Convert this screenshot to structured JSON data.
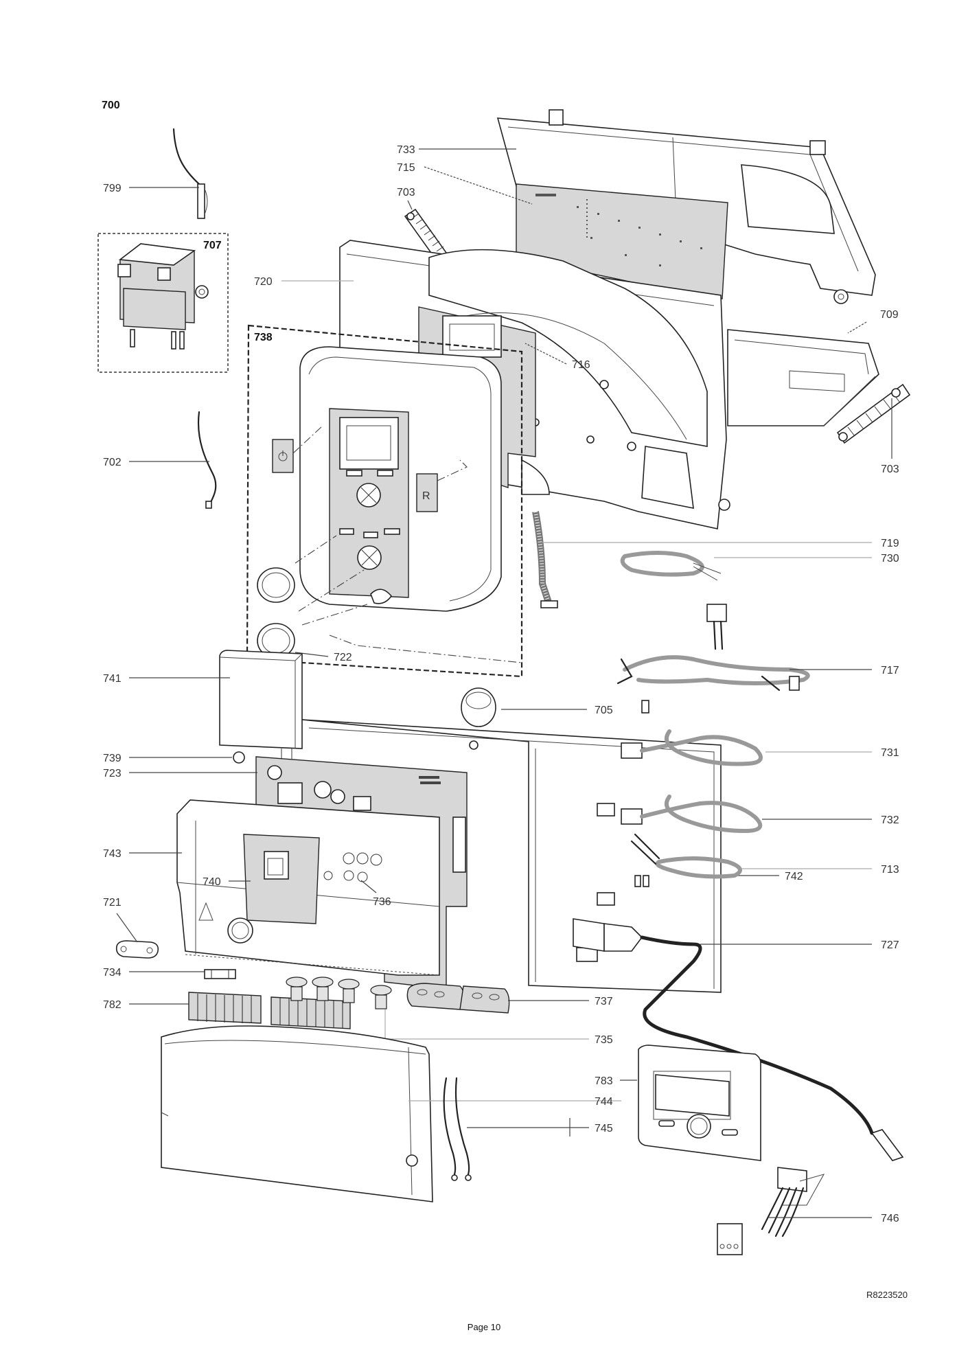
{
  "page": {
    "group_title": "700",
    "reference_code": "R8223520",
    "footer": "Page 10"
  },
  "callouts": {
    "c799": "799",
    "c707": "707",
    "c733": "733",
    "c715": "715",
    "c703a": "703",
    "c720": "720",
    "c738": "738",
    "c716": "716",
    "c709": "709",
    "c703b": "703",
    "c702": "702",
    "c719": "719",
    "c730": "730",
    "c717": "717",
    "c722": "722",
    "c741": "741",
    "c705": "705",
    "c739": "739",
    "c723": "723",
    "c731": "731",
    "c743": "743",
    "c732": "732",
    "c740": "740",
    "c742": "742",
    "c736": "736",
    "c713": "713",
    "c721": "721",
    "c727": "727",
    "c734": "734",
    "c737": "737",
    "c782": "782",
    "c735": "735",
    "c783": "783",
    "c744": "744",
    "c745": "745",
    "c746": "746"
  },
  "panel_marks": {
    "reset_button": "R"
  }
}
